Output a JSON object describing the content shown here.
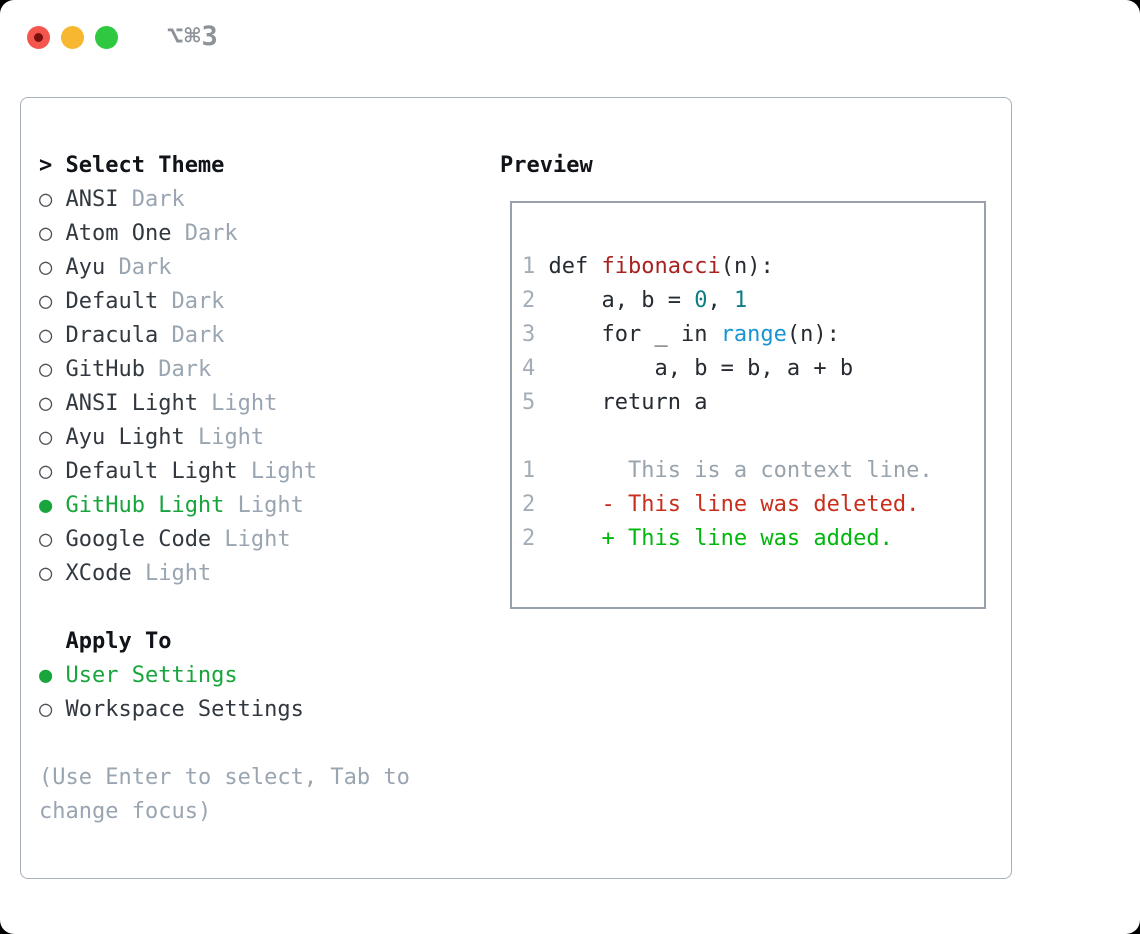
{
  "window": {
    "titlebar": {
      "shortcut_label": "⌥⌘3"
    }
  },
  "colors": {
    "accent_green": "#17a53c",
    "added_green": "#00b80b",
    "deleted_red": "#c92e1d",
    "func_red": "#a82320",
    "number_teal": "#0d7e88",
    "builtin_blue": "#1994d1",
    "muted_gray": "#9aa5b2",
    "line_number_gray": "#a3adb8",
    "context_gray": "#99a3ad",
    "text_dark": "#32383f",
    "heading_black": "#101317",
    "traffic_red": "#f4564e",
    "traffic_yellow": "#f7b731",
    "traffic_green": "#2ec940"
  },
  "theme_picker": {
    "prompt_marker": ">",
    "prompt": "Select Theme",
    "themes": [
      {
        "name": "ANSI",
        "variant": "Dark",
        "selected": false
      },
      {
        "name": "Atom One",
        "variant": "Dark",
        "selected": false
      },
      {
        "name": "Ayu",
        "variant": "Dark",
        "selected": false
      },
      {
        "name": "Default",
        "variant": "Dark",
        "selected": false
      },
      {
        "name": "Dracula",
        "variant": "Dark",
        "selected": false
      },
      {
        "name": "GitHub",
        "variant": "Dark",
        "selected": false
      },
      {
        "name": "ANSI Light",
        "variant": "Light",
        "selected": false
      },
      {
        "name": "Ayu Light",
        "variant": "Light",
        "selected": false
      },
      {
        "name": "Default Light",
        "variant": "Light",
        "selected": false
      },
      {
        "name": "GitHub Light",
        "variant": "Light",
        "selected": true
      },
      {
        "name": "Google Code",
        "variant": "Light",
        "selected": false
      },
      {
        "name": "XCode",
        "variant": "Light",
        "selected": false
      }
    ],
    "apply_to": {
      "label": "Apply To",
      "options": [
        {
          "name": "User Settings",
          "variant": "",
          "selected": true
        },
        {
          "name": "Workspace Settings",
          "variant": "",
          "selected": false
        }
      ]
    },
    "hint_lines": [
      "(Use Enter to select, Tab to",
      "change focus)"
    ]
  },
  "preview": {
    "title": "Preview",
    "code_lines": [
      [
        [
          "ln",
          "1"
        ],
        [
          "pl",
          " def "
        ],
        [
          "fn",
          "fibonacci"
        ],
        [
          "pl",
          "(n):"
        ]
      ],
      [
        [
          "ln",
          "2"
        ],
        [
          "pl",
          "     a, b = "
        ],
        [
          "nu",
          "0"
        ],
        [
          "pl",
          ", "
        ],
        [
          "nu",
          "1"
        ]
      ],
      [
        [
          "ln",
          "3"
        ],
        [
          "pl",
          "     for _ in "
        ],
        [
          "bi",
          "range"
        ],
        [
          "pl",
          "(n):"
        ]
      ],
      [
        [
          "ln",
          "4"
        ],
        [
          "pl",
          "         a, b = b, a + b"
        ]
      ],
      [
        [
          "ln",
          "5"
        ],
        [
          "pl",
          "     return a"
        ]
      ],
      [],
      [
        [
          "ln",
          "1"
        ],
        [
          "ctx",
          "       This is a context line."
        ]
      ],
      [
        [
          "ln",
          "2"
        ],
        [
          "del",
          "     - This line was deleted."
        ]
      ],
      [
        [
          "ln",
          "2"
        ],
        [
          "add",
          "     + This line was added."
        ]
      ]
    ]
  }
}
